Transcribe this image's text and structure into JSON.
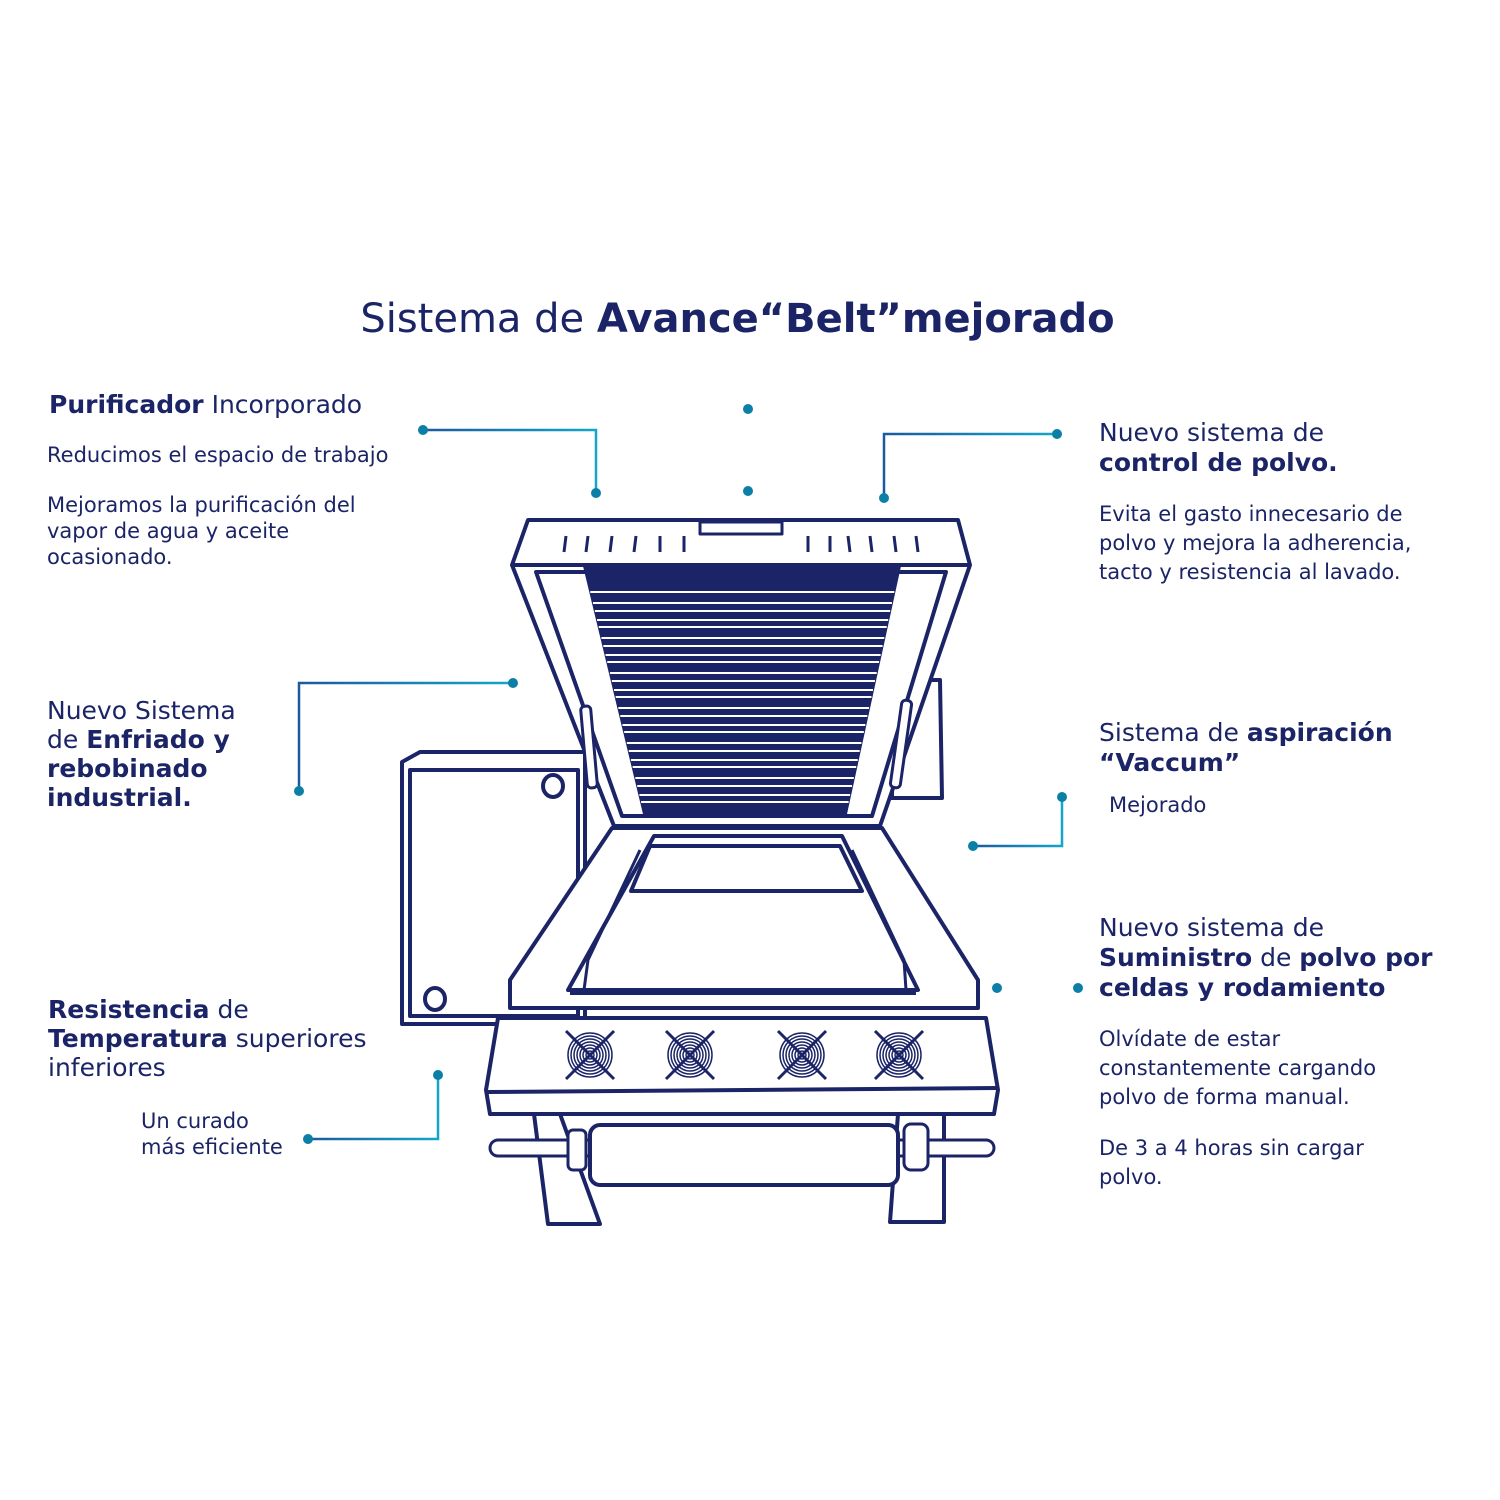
{
  "title": {
    "regular": "Sistema de ",
    "bold": "Avance“Belt”mejorado"
  },
  "callouts": {
    "purificador": {
      "heading_bold": "Purificador",
      "heading_regular": " Incorporado",
      "line1": "Reducimos el espacio de trabajo",
      "line2": [
        "Mejoramos la purificación del",
        "vapor de agua y aceite",
        "ocasionado."
      ]
    },
    "control_polvo": {
      "heading_regular": "Nuevo sistema de",
      "heading_bold": "control de polvo.",
      "body": [
        "Evita el gasto innecesario de",
        "polvo y mejora la adherencia,",
        "tacto y resistencia al lavado."
      ]
    },
    "enfriado": {
      "line1": "Nuevo Sistema",
      "line2_regular": "de ",
      "line2_bold": "Enfriado y",
      "line3_bold": "rebobinado",
      "line4_bold": "industrial."
    },
    "aspiracion": {
      "heading_regular": "Sistema de ",
      "heading_bold": "aspiración",
      "heading_bold2": "“Vaccum”",
      "body": "Mejorado"
    },
    "suministro": {
      "line1": "Nuevo sistema de",
      "line2_bold": "Suministro",
      "line2_regular": " de ",
      "line2_bold2": "polvo por",
      "line3_bold": "celdas y rodamiento",
      "body1": [
        "Olvídate de estar",
        "constantemente cargando",
        "polvo de forma manual."
      ],
      "body2": [
        "De 3 a 4 horas sin cargar",
        "polvo."
      ]
    },
    "resistencia": {
      "line1_bold": "Resistencia",
      "line1_regular": " de",
      "line2_bold": "Temperatura",
      "line2_regular": " superiores",
      "line3": "inferiores",
      "body": [
        "Un curado",
        "más eficiente"
      ]
    }
  },
  "colors": {
    "navy": "#1b2466",
    "teal": "#0b86ad"
  }
}
